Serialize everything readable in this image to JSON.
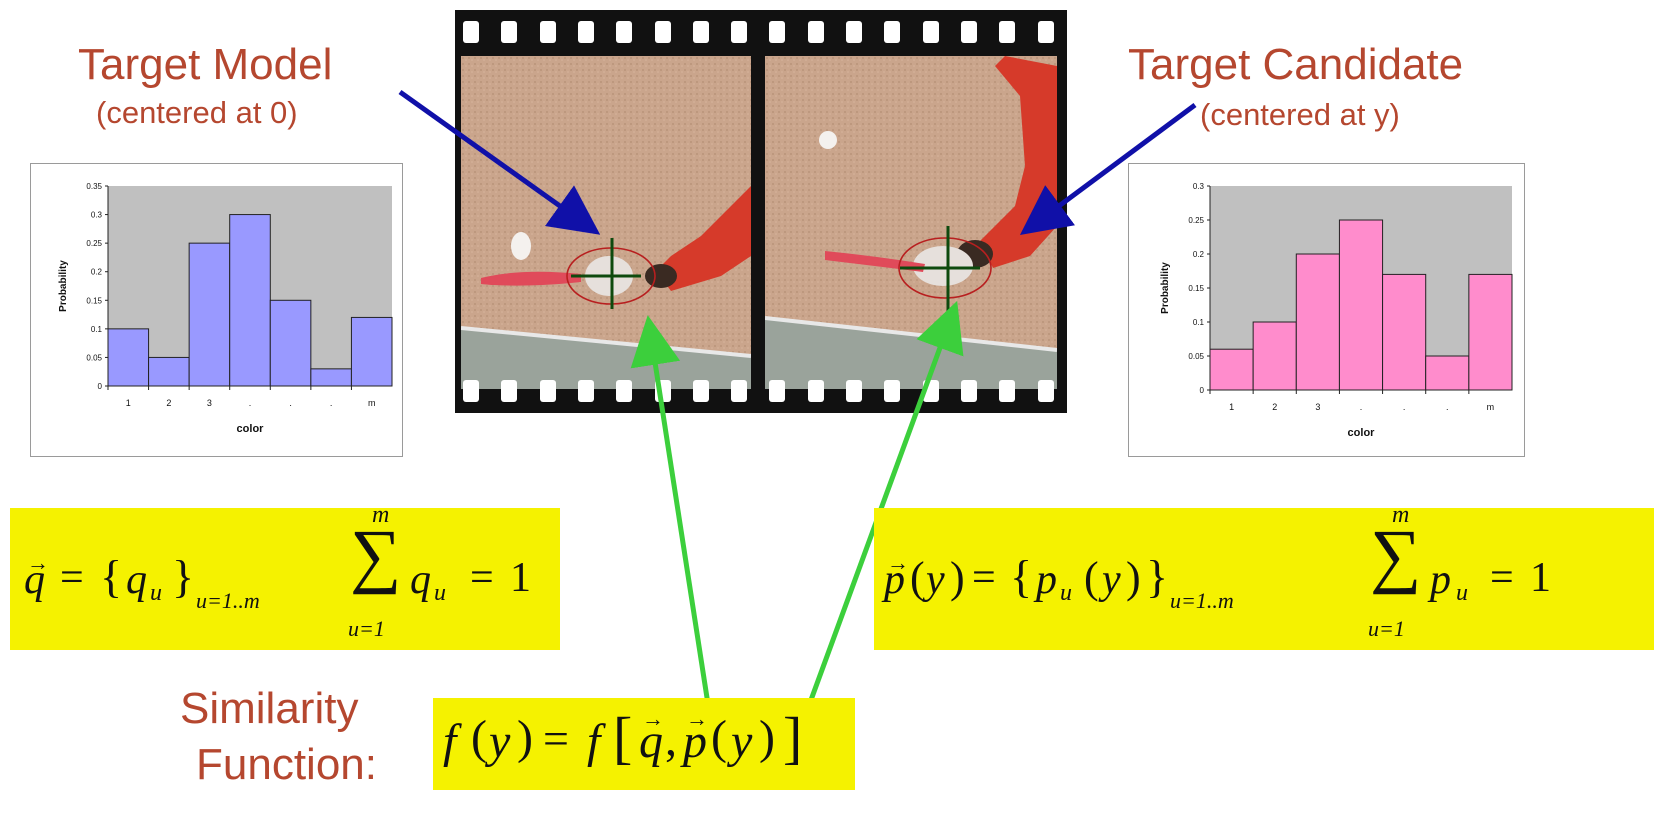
{
  "left_heading": {
    "title": "Target Model",
    "subtitle": "(centered at 0)"
  },
  "right_heading": {
    "title": "Target Candidate",
    "subtitle": "(centered at y)"
  },
  "similarity": {
    "line1": "Similarity",
    "line2": "Function:"
  },
  "colors": {
    "heading": "#b5472f",
    "math_box": "#f5f200",
    "arrow_blue": "#1010a8",
    "arrow_green": "#3ccf3c",
    "hist_left": "#9999ff",
    "hist_right": "#ff8ccc",
    "plot_bg": "#c0c0c0"
  },
  "icons": [
    "blue-arrow",
    "green-arrow",
    "crosshair",
    "film-strip"
  ],
  "chart_data": [
    {
      "type": "bar",
      "name_hint": "left histogram",
      "categories": [
        "1",
        "2",
        "3",
        "",
        "",
        "",
        "m"
      ],
      "values": [
        0.1,
        0.05,
        0.25,
        0.3,
        0.15,
        0.03,
        0.12
      ],
      "xlabel": "color",
      "ylabel": "Probability",
      "ylim": [
        0,
        0.35
      ],
      "yticks": [
        "0",
        "0.05",
        "0.1",
        "0.15",
        "0.2",
        "0.25",
        "0.3",
        "0.35"
      ],
      "grid": false
    },
    {
      "type": "bar",
      "name_hint": "right histogram",
      "categories": [
        "1",
        "2",
        "3",
        "",
        "",
        "",
        "m"
      ],
      "values": [
        0.06,
        0.1,
        0.2,
        0.25,
        0.17,
        0.05,
        0.17
      ],
      "xlabel": "color",
      "ylabel": "Probability",
      "ylim": [
        0,
        0.3
      ],
      "yticks": [
        "0",
        "0.05",
        "0.1",
        "0.15",
        "0.2",
        "0.25",
        "0.3"
      ],
      "grid": false
    }
  ],
  "formulas": {
    "q_vec": "q",
    "eq": "=",
    "brace_open": "{",
    "q_u": "q",
    "sub_u": "u",
    "brace_close": "}",
    "range": "u=1..m",
    "sum_top": "m",
    "sum_sym": "∑",
    "sum_bot": "u=1",
    "one": "1",
    "p_vec": "p",
    "y": "y",
    "p_u": "p",
    "f": "f",
    "lbr": "[",
    "rbr": "]",
    "comma": ","
  }
}
